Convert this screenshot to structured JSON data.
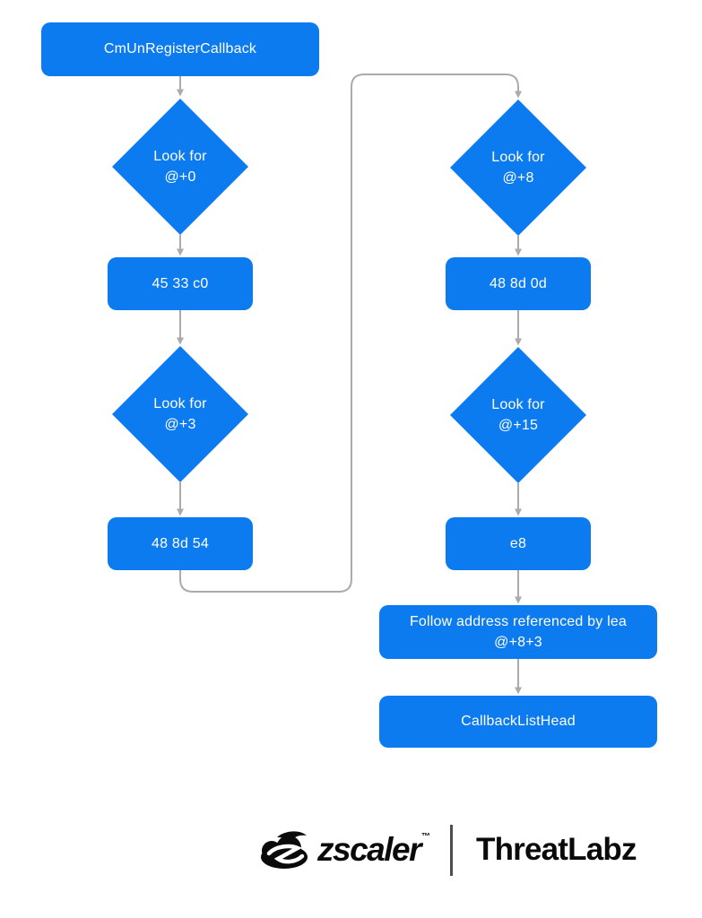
{
  "colors": {
    "node_fill": "#0D7BF0",
    "node_text": "#FFFFFF",
    "connector": "#ABABAB",
    "logo_text": "#0A0A0A",
    "divider": "#4D4D4D",
    "background": "#FFFFFF"
  },
  "diagram": {
    "type": "flowchart",
    "nodes": [
      {
        "id": "start",
        "shape": "rect",
        "lines": [
          "CmUnRegisterCallback"
        ]
      },
      {
        "id": "look-plus-0",
        "shape": "diamond",
        "lines": [
          "Look for",
          "@+0"
        ]
      },
      {
        "id": "bytes-45-33-c0",
        "shape": "rect",
        "lines": [
          "45 33 c0"
        ]
      },
      {
        "id": "look-plus-3",
        "shape": "diamond",
        "lines": [
          "Look for",
          "@+3"
        ]
      },
      {
        "id": "bytes-48-8d-54",
        "shape": "rect",
        "lines": [
          "48 8d 54"
        ]
      },
      {
        "id": "look-plus-8",
        "shape": "diamond",
        "lines": [
          "Look for",
          "@+8"
        ]
      },
      {
        "id": "bytes-48-8d-0d",
        "shape": "rect",
        "lines": [
          "48 8d 0d"
        ]
      },
      {
        "id": "look-plus-15",
        "shape": "diamond",
        "lines": [
          "Look for",
          "@+15"
        ]
      },
      {
        "id": "bytes-e8",
        "shape": "rect",
        "lines": [
          "e8"
        ]
      },
      {
        "id": "follow-lea",
        "shape": "rect",
        "lines": [
          "Follow address referenced by lea",
          "@+8+3"
        ]
      },
      {
        "id": "callbacklisthead",
        "shape": "rect",
        "lines": [
          "CallbackListHead"
        ]
      }
    ],
    "edges": [
      {
        "from": "start",
        "to": "look-plus-0"
      },
      {
        "from": "look-plus-0",
        "to": "bytes-45-33-c0"
      },
      {
        "from": "bytes-45-33-c0",
        "to": "look-plus-3"
      },
      {
        "from": "look-plus-3",
        "to": "bytes-48-8d-54"
      },
      {
        "from": "bytes-48-8d-54",
        "to": "look-plus-8"
      },
      {
        "from": "look-plus-8",
        "to": "bytes-48-8d-0d"
      },
      {
        "from": "bytes-48-8d-0d",
        "to": "look-plus-15"
      },
      {
        "from": "look-plus-15",
        "to": "bytes-e8"
      },
      {
        "from": "bytes-e8",
        "to": "follow-lea"
      },
      {
        "from": "follow-lea",
        "to": "callbacklisthead"
      }
    ]
  },
  "logo": {
    "brand": "zscaler",
    "trademark": "™",
    "product": "ThreatLabz"
  }
}
